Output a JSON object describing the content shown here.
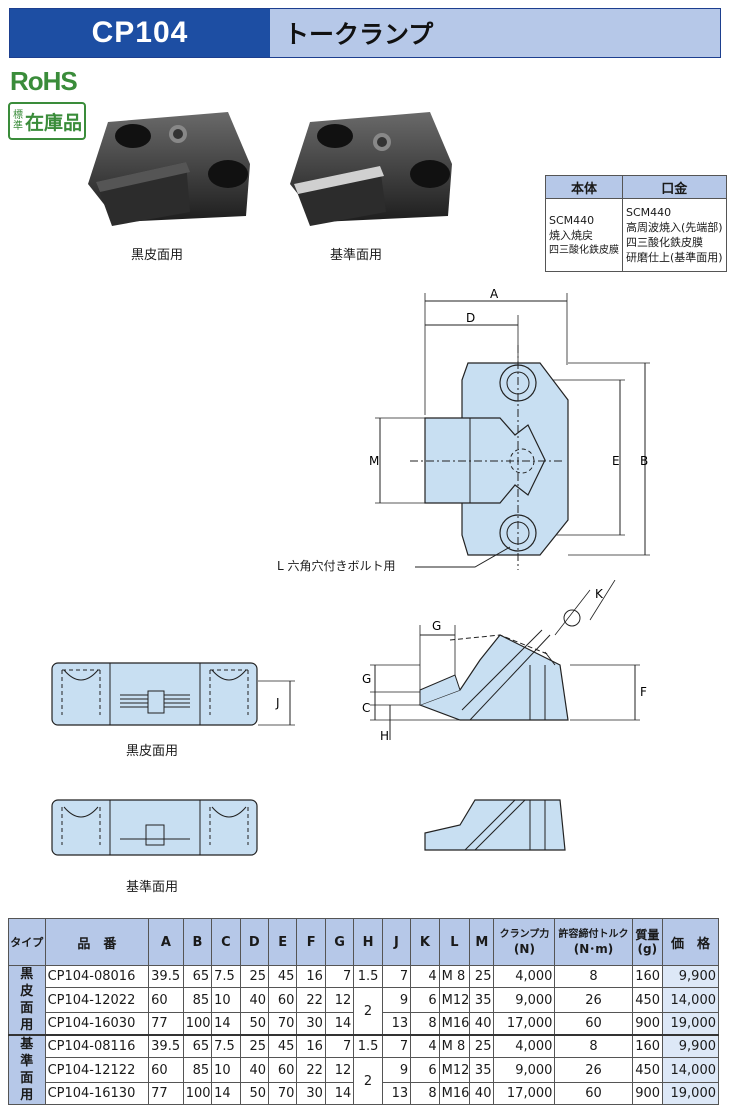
{
  "header": {
    "code": "CP104",
    "title": "トークランプ"
  },
  "badges": {
    "rohs": "RoHS",
    "stock_small": [
      "標",
      "準"
    ],
    "stock_big": "在庫品"
  },
  "photos": {
    "left_caption": "黒皮面用",
    "right_caption": "基準面用"
  },
  "material": {
    "headers": [
      "本体",
      "口金"
    ],
    "body": [
      "SCM440",
      "焼入焼戻",
      "四三酸化鉄皮膜"
    ],
    "jaw": [
      "SCM440",
      "高周波焼入(先端部)",
      "四三酸化鉄皮膜",
      "研磨仕上(基準面用)"
    ]
  },
  "drawing": {
    "dims": {
      "A": "A",
      "D": "D",
      "M": "M",
      "E": "E",
      "B": "B",
      "G": "G",
      "C": "C",
      "H": "H",
      "F": "F",
      "J": "J",
      "K": "K"
    },
    "bolt_label": "L 六角穴付きボルト用",
    "front_caption_black": "黒皮面用",
    "front_caption_ref": "基準面用"
  },
  "colors": {
    "accent": "#1d4ea3",
    "header_light": "#b6c8e8",
    "part_fill": "#c8dff2",
    "rohs_green": "#3a8c3a"
  },
  "spec": {
    "headers": {
      "type": "タイプ",
      "part": "品　番",
      "A": "A",
      "B": "B",
      "C": "C",
      "D": "D",
      "E": "E",
      "F": "F",
      "G": "G",
      "H": "H",
      "J": "J",
      "K": "K",
      "L": "L",
      "M": "M",
      "clamp": "クランプ力",
      "clamp_unit": "(N)",
      "torque": "許容締付トルク",
      "torque_unit": "(N･m)",
      "mass": "質量",
      "mass_unit": "(g)",
      "price": "価　格"
    },
    "groups": [
      {
        "type": "黒皮面用",
        "rows": [
          {
            "part": "CP104-08016",
            "A": "39.5",
            "B": "65",
            "C": "7.5",
            "D": "25",
            "E": "45",
            "F": "16",
            "G": "7",
            "H": "1.5",
            "J": "7",
            "K": "4",
            "L": "M 8",
            "M": "25",
            "clamp": "4,000",
            "torque": "8",
            "mass": "160",
            "price": "9,900"
          },
          {
            "part": "CP104-12022",
            "A": "60",
            "B": "85",
            "C": "10",
            "D": "40",
            "E": "60",
            "F": "22",
            "G": "12",
            "H": "2",
            "J": "9",
            "K": "6",
            "L": "M12",
            "M": "35",
            "clamp": "9,000",
            "torque": "26",
            "mass": "450",
            "price": "14,000"
          },
          {
            "part": "CP104-16030",
            "A": "77",
            "B": "100",
            "C": "14",
            "D": "50",
            "E": "70",
            "F": "30",
            "G": "14",
            "H": "",
            "J": "13",
            "K": "8",
            "L": "M16",
            "M": "40",
            "clamp": "17,000",
            "torque": "60",
            "mass": "900",
            "price": "19,000"
          }
        ]
      },
      {
        "type": "基準面用",
        "rows": [
          {
            "part": "CP104-08116",
            "A": "39.5",
            "B": "65",
            "C": "7.5",
            "D": "25",
            "E": "45",
            "F": "16",
            "G": "7",
            "H": "1.5",
            "J": "7",
            "K": "4",
            "L": "M 8",
            "M": "25",
            "clamp": "4,000",
            "torque": "8",
            "mass": "160",
            "price": "9,900"
          },
          {
            "part": "CP104-12122",
            "A": "60",
            "B": "85",
            "C": "10",
            "D": "40",
            "E": "60",
            "F": "22",
            "G": "12",
            "H": "2",
            "J": "9",
            "K": "6",
            "L": "M12",
            "M": "35",
            "clamp": "9,000",
            "torque": "26",
            "mass": "450",
            "price": "14,000"
          },
          {
            "part": "CP104-16130",
            "A": "77",
            "B": "100",
            "C": "14",
            "D": "50",
            "E": "70",
            "F": "30",
            "G": "14",
            "H": "",
            "J": "13",
            "K": "8",
            "L": "M16",
            "M": "40",
            "clamp": "17,000",
            "torque": "60",
            "mass": "900",
            "price": "19,000"
          }
        ]
      }
    ]
  }
}
